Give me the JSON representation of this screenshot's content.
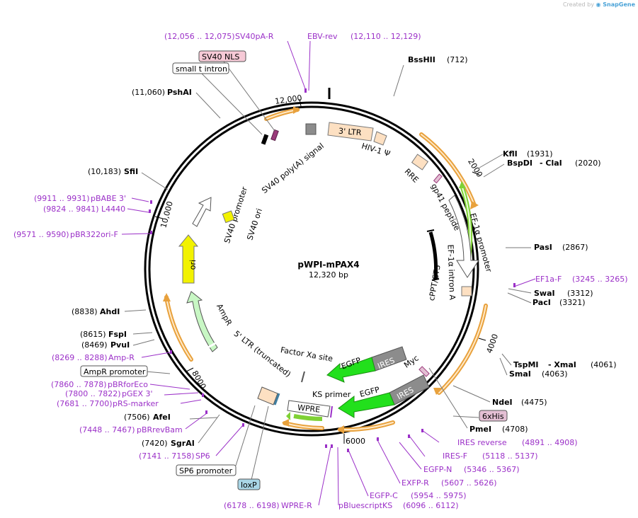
{
  "plasmid": {
    "name": "pWPI-mPAX4",
    "size": "12,320 bp"
  },
  "credit": {
    "prefix": "Created by",
    "brand": "SnapGene"
  },
  "colors": {
    "backbone": "#000000",
    "primer": "#9b30c8",
    "orange_arrow": "#e8a13c",
    "green_arrow": "#7fd135",
    "egfp": "#22e01c",
    "ires": "#8c8c8c",
    "ltr": "#fde0c2",
    "ori": "#f2f200",
    "ampr": "#c8f7c4",
    "sv40_nls": "#f6c9d6",
    "loxp": "#a9d6e6",
    "his": "#e4bfd4"
  },
  "ticks": [
    "12,000",
    "2000",
    "4000",
    "6000",
    "8000",
    "10,000"
  ],
  "sites": [
    {
      "name": "BssHII",
      "coord": "(712)"
    },
    {
      "name": "KflI",
      "coord": "(1931)"
    },
    {
      "name": "BspDI",
      "name2": "- ClaI",
      "coord": "(2020)"
    },
    {
      "name": "PasI",
      "coord": "(2867)"
    },
    {
      "name": "SwaI",
      "coord": "(3312)"
    },
    {
      "name": "PacI",
      "coord": "(3321)"
    },
    {
      "name": "TspMI",
      "name2": "- XmaI",
      "coord": "(4061)"
    },
    {
      "name": "SmaI",
      "coord": "(4063)"
    },
    {
      "name": "NdeI",
      "coord": "(4475)"
    },
    {
      "name": "PmeI",
      "coord": "(4708)"
    },
    {
      "name": "AfeI",
      "coord": "(7506)"
    },
    {
      "name": "SgrAI",
      "coord": "(7420)"
    },
    {
      "name": "PvuI",
      "coord": "(8469)"
    },
    {
      "name": "FspI",
      "coord": "(8615)"
    },
    {
      "name": "AhdI",
      "coord": "(8838)"
    },
    {
      "name": "SfiI",
      "coord": "(10,183)"
    },
    {
      "name": "PshAI",
      "coord": "(11,060)"
    }
  ],
  "primers": [
    {
      "name": "SV40pA-R",
      "coord": "(12,056 .. 12,075)"
    },
    {
      "name": "EBV-rev",
      "coord": "(12,110 .. 12,129)"
    },
    {
      "name": "EF1a-F",
      "coord": "(3245 .. 3265)"
    },
    {
      "name": "IRES reverse",
      "coord": "(4891 .. 4908)"
    },
    {
      "name": "IRES-F",
      "coord": "(5118 .. 5137)"
    },
    {
      "name": "EGFP-N",
      "coord": "(5346 .. 5367)"
    },
    {
      "name": "EXFP-R",
      "coord": "(5607 .. 5626)"
    },
    {
      "name": "EGFP-C",
      "coord": "(5954 .. 5975)"
    },
    {
      "name": "pBluescriptKS",
      "coord": "(6096 .. 6112)"
    },
    {
      "name": "WPRE-R",
      "coord": "(6178 .. 6198)"
    },
    {
      "name": "SP6",
      "coord": "(7141 .. 7158)"
    },
    {
      "name": "pBRrevBam",
      "coord": "(7448 .. 7467)"
    },
    {
      "name": "pRS-marker",
      "coord": "(7681 .. 7700)"
    },
    {
      "name": "pGEX 3'",
      "coord": "(7800 .. 7822)"
    },
    {
      "name": "pBRforEco",
      "coord": "(7860 .. 7878)"
    },
    {
      "name": "Amp-R",
      "coord": "(8269 .. 8288)"
    },
    {
      "name": "pBR322ori-F",
      "coord": "(9571 .. 9590)"
    },
    {
      "name": "L4440",
      "coord": "(9824 .. 9841)"
    },
    {
      "name": "pBABE 3'",
      "coord": "(9911 .. 9931)"
    }
  ],
  "boxed": {
    "sv40_nls": "SV40 NLS",
    "small_t": "small t intron",
    "ampr_promoter": "AmpR promoter",
    "sp6_promoter": "SP6 promoter",
    "loxp": "loxP",
    "his": "6xHis"
  },
  "features": {
    "ltr3": "3' LTR",
    "hiv_psi": "HIV-1 Ψ",
    "rre": "RRE",
    "gp41": "gp41 peptide",
    "ef1a_promoter": "EF-1α promoter",
    "ef1a_intron": "EF-1α intron A",
    "cppt": "cPPT/CTS",
    "myc": "Myc",
    "ires_inner": "IRES",
    "egfp_inner": "EGFP",
    "ires_outer": "IRES",
    "egfp_outer": "EGFP",
    "factor_xa": "Factor Xa site",
    "ks_primer": "KS primer",
    "wpre": "WPRE",
    "ltr5": "5' LTR (truncated)",
    "ampr": "AmpR",
    "ori": "ori",
    "sv40_promoter": "SV40 promoter",
    "sv40_ori": "SV40 ori",
    "sv40_polya": "SV40 poly(A) signal"
  }
}
